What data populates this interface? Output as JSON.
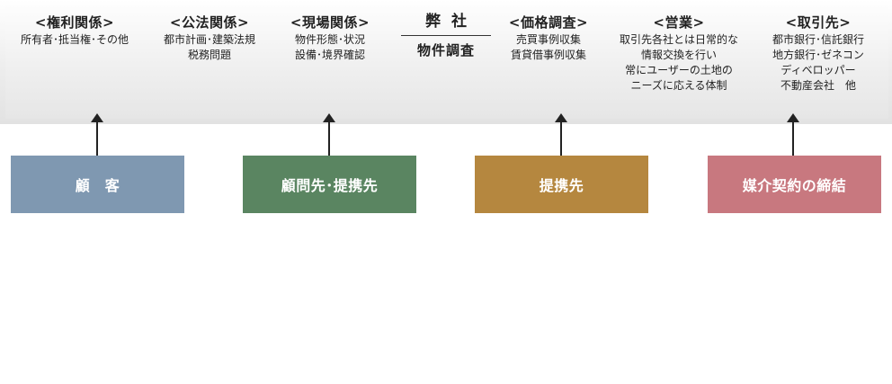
{
  "columns": [
    {
      "key": "rights",
      "heading": "<権利関係>",
      "lines": [
        "所有者･抵当権･その他"
      ]
    },
    {
      "key": "public_law",
      "heading": "<公法関係>",
      "lines": [
        "都市計画･建築法規",
        "税務問題"
      ]
    },
    {
      "key": "site",
      "heading": "<現場関係>",
      "lines": [
        "物件形態･状況",
        "設備･境界確認"
      ]
    },
    {
      "key": "price",
      "heading": "<価格調査>",
      "lines": [
        "売買事例収集",
        "賃貸借事例収集"
      ]
    },
    {
      "key": "sales",
      "heading": "<営業>",
      "lines": [
        "取引先各社とは日常的な",
        "情報交換を行い",
        "常にユーザーの土地の",
        "ニーズに応える体制"
      ]
    },
    {
      "key": "clients",
      "heading": "<取引先>",
      "lines": [
        "都市銀行･信託銀行",
        "地方銀行･ゼネコン",
        "ディベロッパー",
        "不動産会社　他"
      ]
    }
  ],
  "center": {
    "name": "弊社",
    "sub": "物件調査"
  },
  "boxes": [
    {
      "label": "顧　客",
      "color": "#7f98b1"
    },
    {
      "label": "顧問先･提携先",
      "color": "#5a8561"
    },
    {
      "label": "提携先",
      "color": "#b5873f"
    },
    {
      "label": "媒介契約の締結",
      "color": "#c8787f"
    }
  ],
  "arrow_color": "#222222"
}
